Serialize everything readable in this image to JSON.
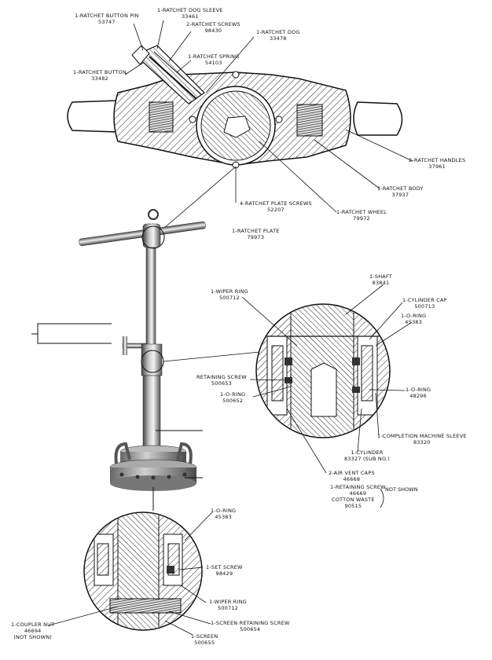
{
  "labels": {
    "ratchet_button_pin": {
      "name": "1-RATCHET BUTTON PIN",
      "part": "53747"
    },
    "ratchet_dog_sleeve": {
      "name": "1-RATCHET DOG SLEEVE",
      "part": "33461"
    },
    "ratchet_screws": {
      "name": "2-RATCHET SCREWS",
      "part": "98430"
    },
    "ratchet_dog": {
      "name": "1-RATCHET DOG",
      "part": "33478"
    },
    "ratchet_spring": {
      "name": "1-RATCHET SPRING",
      "part": "54103"
    },
    "ratchet_button": {
      "name": "1-RATCHET BUTTON",
      "part": "33482"
    },
    "ratchet_handles": {
      "name": "2-RATCHET HANDLES",
      "part": "37961"
    },
    "ratchet_body": {
      "name": "1-RATCHET BODY",
      "part": "37937"
    },
    "ratchet_plate_screws": {
      "name": "4-RATCHET PLATE SCREWS",
      "part": "52207"
    },
    "ratchet_wheel": {
      "name": "1-RATCHET WHEEL",
      "part": "79972"
    },
    "ratchet_plate": {
      "name": "1-RATCHET PLATE",
      "part": "79973"
    },
    "wiper_ring_top": {
      "name": "1-WIPER RING",
      "part": "500712"
    },
    "shaft": {
      "name": "1-SHAFT",
      "part": "83841"
    },
    "cylinder_cap": {
      "name": "1-CYLINDER CAP",
      "part": "500713"
    },
    "o_ring_45383_top": {
      "name": "1-O-RING",
      "part": "45383"
    },
    "retaining_screw": {
      "name": "RETAINING SCREW",
      "part": "500653"
    },
    "o_ring_500652": {
      "name": "1-O-RING",
      "part": "500652"
    },
    "o_ring_48296": {
      "name": "1-O-RING",
      "part": "48296"
    },
    "completion_machine_sleeve": {
      "name": "1-COMPLETION MACHINE SLEEVE",
      "part": "83320"
    },
    "cylinder": {
      "name": "1-CYLINDER",
      "part": "83327 (SUB NO.)"
    },
    "air_vent_caps": {
      "name": "2-AIR VENT CAPS",
      "part": "46668"
    },
    "retaining_screw_ns": {
      "name": "1-RETAINING SCREW",
      "part": "46669"
    },
    "cotton_waste": {
      "name": "COTTON WASTE",
      "part": "90515"
    },
    "not_shown": "NOT SHOWN",
    "o_ring_45383_bottom": {
      "name": "1-O-RING",
      "part": "45383"
    },
    "set_screw": {
      "name": "1-SET SCREW",
      "part": "98429"
    },
    "wiper_ring_bottom": {
      "name": "1-WIPER RING",
      "part": "500712"
    },
    "coupler_nut": {
      "name": "1-COUPLER NUT",
      "part": "46694",
      "note": "(NOT SHOWN)"
    },
    "screen_retaining_screw": {
      "name": "1-SCREEN RETAINING SCREW",
      "part": "500654"
    },
    "screen": {
      "name": "1-SCREEN",
      "part": "500655"
    }
  }
}
